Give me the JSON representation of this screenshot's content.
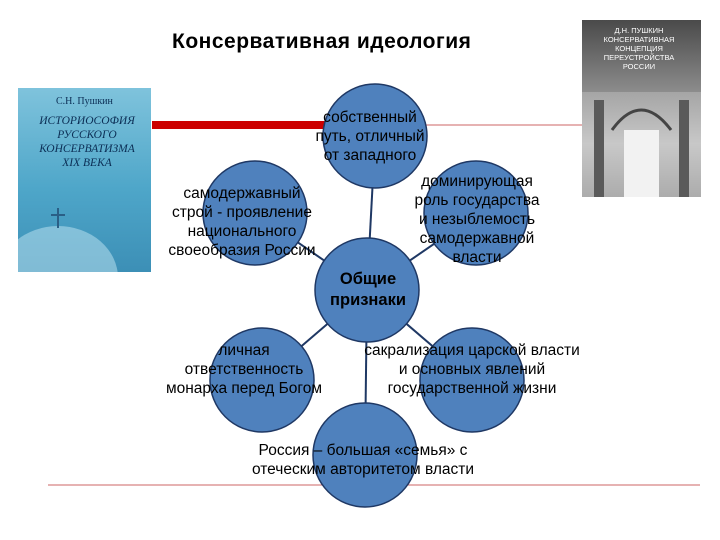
{
  "title": "Консервативная идеология",
  "colors": {
    "circle_fill": "#4f81bd",
    "circle_stroke": "#1f3864",
    "red_bar": "#cc0000",
    "rule": "#cc6666"
  },
  "book_left": {
    "author": "С.Н. Пушкин",
    "title_lines": [
      "Историософия",
      "русского",
      "консерватизма",
      "XIX века"
    ]
  },
  "book_right": {
    "title_lines": [
      "Д.Н. Пушкин",
      "Консервативная",
      "концепция",
      "переустройства",
      "России"
    ]
  },
  "center": {
    "lines": [
      "Общие",
      "признаки"
    ]
  },
  "nodes": {
    "top": [
      "собственный",
      "путь, отличный",
      "от западного"
    ],
    "left": [
      "самодержавный",
      "строй - проявление",
      "национального",
      "своеобразия России"
    ],
    "right": [
      "доминирующая",
      "роль государства",
      "и незыблемость",
      "самодержавной",
      "власти"
    ],
    "bottom_left": [
      "личная",
      "ответственность",
      "монарха перед Богом"
    ],
    "bottom_right": [
      "сакрализация царской власти",
      "и основных явлений",
      "государственной жизни"
    ],
    "bottom": [
      "Россия – большая «семья» с",
      "отеческим авторитетом власти"
    ]
  }
}
